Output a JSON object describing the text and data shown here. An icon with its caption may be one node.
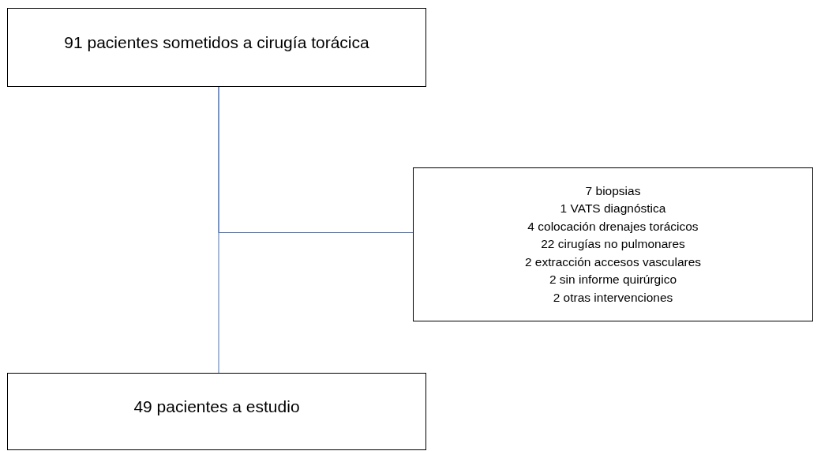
{
  "diagram": {
    "nodes": [
      {
        "text": [
          "91 pacientes sometidos a cirugía torácica"
        ]
      },
      {
        "text": [
          "7 biopsias",
          "1 VATS diagnóstica",
          "4 colocación drenajes torácicos",
          "22 cirugías no pulmonares",
          "2 extracción accesos vasculares",
          "2 sin informe quirúrgico",
          "2 otras intervenciones"
        ]
      },
      {
        "text": [
          "49 pacientes a estudio"
        ]
      }
    ],
    "edges": [
      {
        "from": 0,
        "to": 2,
        "arrow": "none"
      },
      {
        "from": 0,
        "to": 1,
        "arrow": "none"
      }
    ]
  }
}
